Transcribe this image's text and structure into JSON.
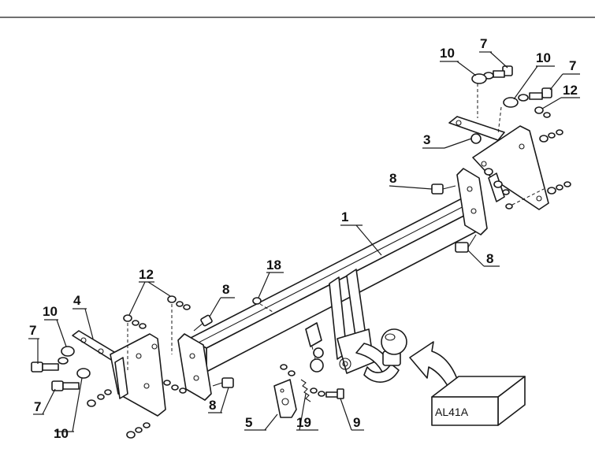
{
  "callouts": {
    "c1": "1",
    "c3": "3",
    "c4": "4",
    "c5": "5",
    "c7a": "7",
    "c7b": "7",
    "c7c": "7",
    "c7d": "7",
    "c8a": "8",
    "c8b": "8",
    "c8c": "8",
    "c8d": "8",
    "c9": "9",
    "c10a": "10",
    "c10b": "10",
    "c10c": "10",
    "c10d": "10",
    "c12a": "12",
    "c12b": "12",
    "c18": "18",
    "c19": "19"
  },
  "kit_box": {
    "label": "AL41A"
  },
  "colors": {
    "line": "#1a1a1a",
    "background": "#ffffff"
  }
}
